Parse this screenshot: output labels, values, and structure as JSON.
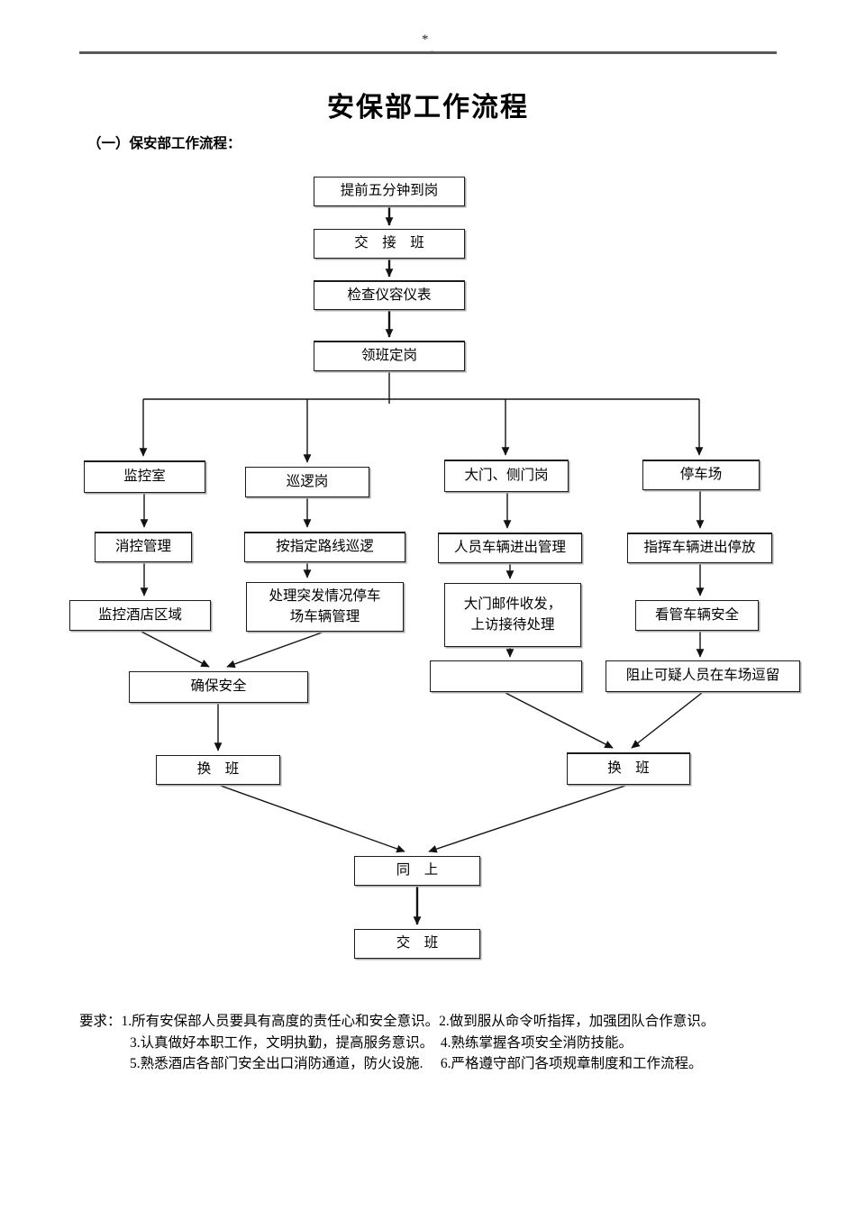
{
  "page": {
    "mark_star": "*",
    "mark_comma": ",",
    "title": "安保部工作流程",
    "section_heading": "（一）保安部工作流程："
  },
  "flowchart": {
    "nodes": {
      "arrive": "提前五分钟到岗",
      "handover": "交　接　班",
      "check_appearance": "检查仪容仪表",
      "leader_assign": "领班定岗",
      "monitor_room": "监控室",
      "patrol_post": "巡逻岗",
      "gate_post": "大门、侧门岗",
      "parking_lot": "停车场",
      "fire_control": "消控管理",
      "patrol_route": "按指定路线巡逻",
      "monitor_hotel": "监控酒店区域",
      "emergency": "处理突发情况停车\n场车辆管理",
      "personnel_vehicle": "人员车辆进出管理",
      "direct_vehicle": "指挥车辆进出停放",
      "mail_reception": "大门邮件收发，\n上访接待处理",
      "guard_vehicle": "看管车辆安全",
      "empty": "",
      "stop_suspicious": "阻止可疑人员在车场逗留",
      "ensure_safety": "确保安全",
      "shift_left": "换　班",
      "shift_right": "换　班",
      "same_as_above": "同　上",
      "final_handover": "交　班"
    }
  },
  "requirements": {
    "lines": [
      "要求：1.所有安保部人员要具有高度的责任心和安全意识。2.做到服从命令听指挥，加强团队合作意识。",
      "3.认真做好本职工作，文明执勤，提高服务意识。　4.熟练掌握各项安全消防技能。",
      "5.熟悉酒店各部门安全出口消防通道，防火设施.　 6.严格遵守部门各项规章制度和工作流程。"
    ]
  }
}
